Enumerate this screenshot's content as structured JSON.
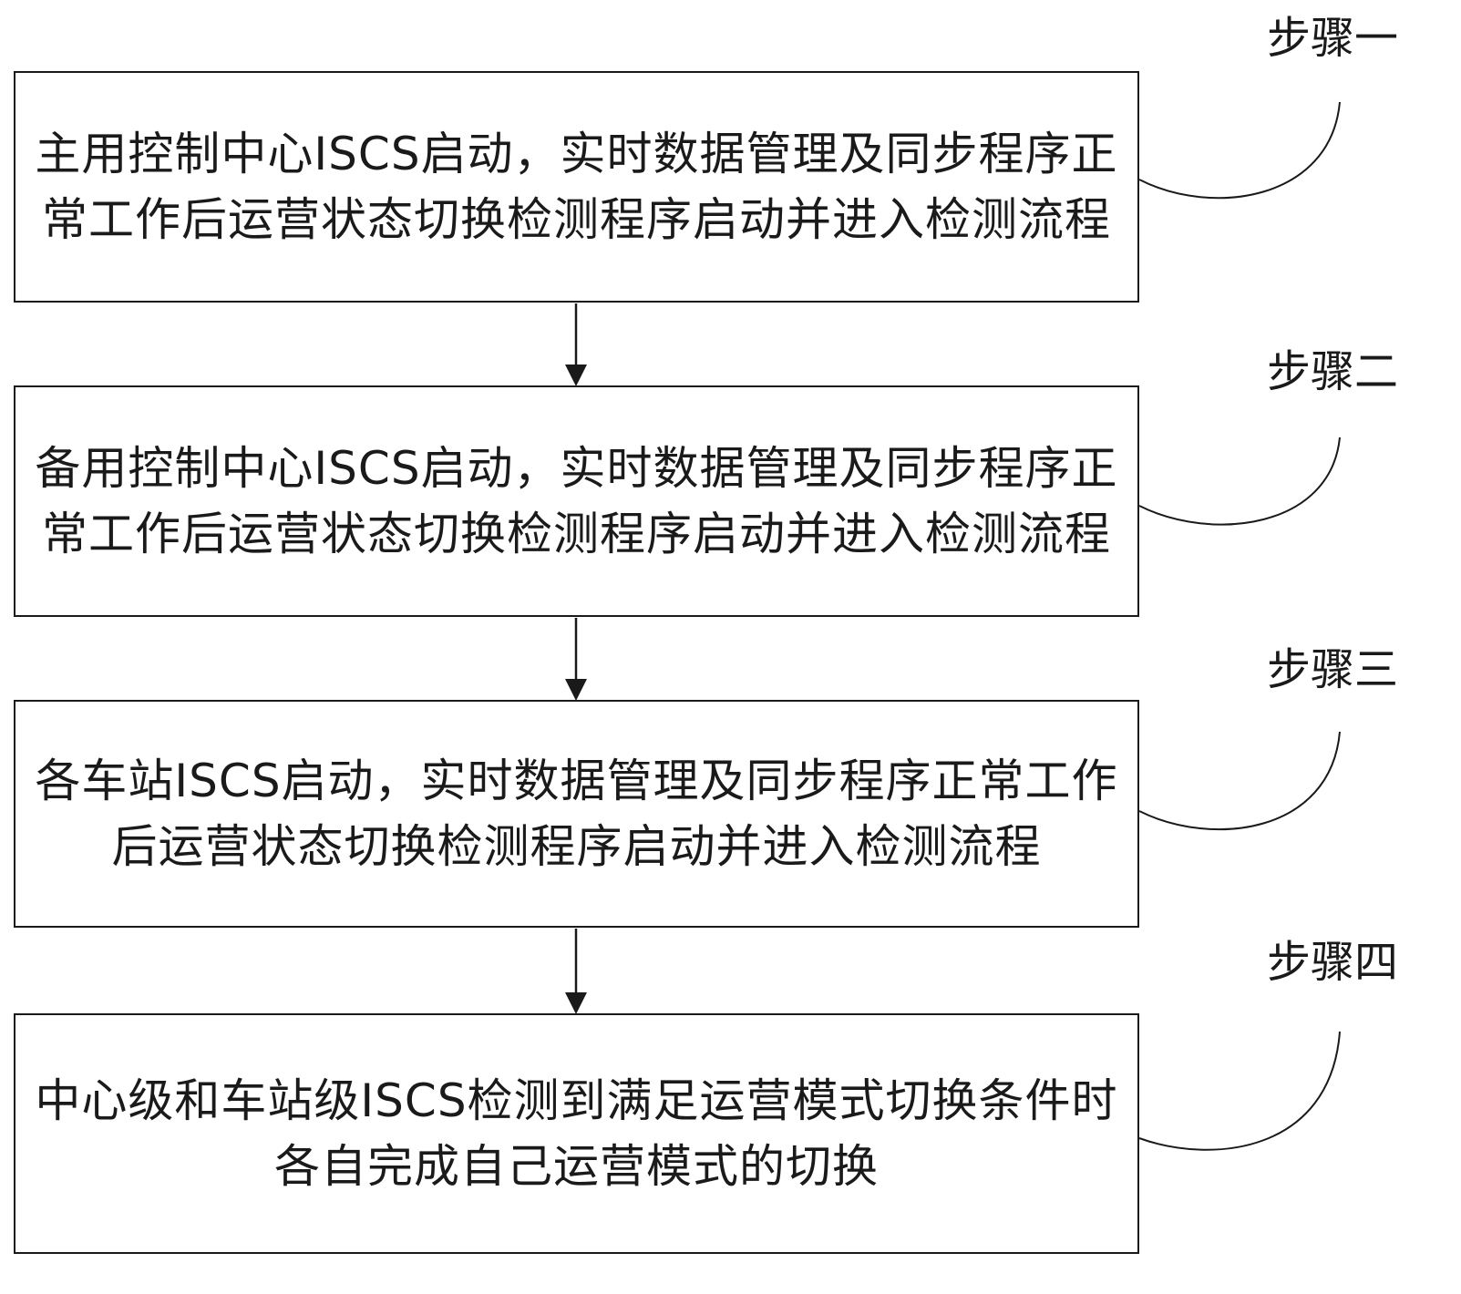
{
  "steps": [
    {
      "label": "步骤一",
      "text": "主用控制中心ISCS启动，实时数据管理及同步程序正常工作后运营状态切换检测程序启动并进入检测流程"
    },
    {
      "label": "步骤二",
      "text": "备用控制中心ISCS启动，实时数据管理及同步程序正常工作后运营状态切换检测程序启动并进入检测流程"
    },
    {
      "label": "步骤三",
      "text": "各车站ISCS启动，实时数据管理及同步程序正常工作后运营状态切换检测程序启动并进入检测流程"
    },
    {
      "label": "步骤四",
      "text": "中心级和车站级ISCS检测到满足运营模式切换条件时各自完成自己运营模式的切换"
    }
  ]
}
